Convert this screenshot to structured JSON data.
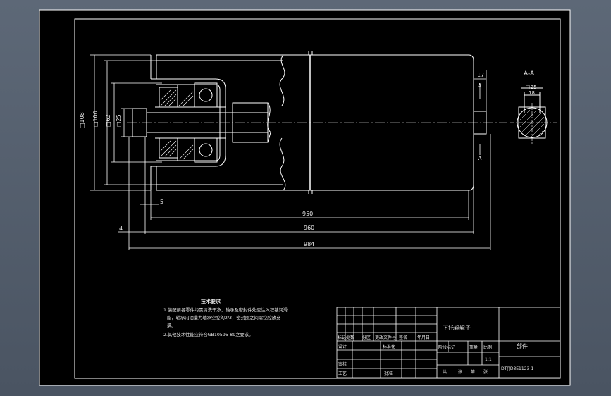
{
  "drawing": {
    "section_label": "A-A",
    "cut_mark": "A",
    "dims": {
      "d108": "□108",
      "d100": "□100",
      "d62": "□62",
      "d25": "□25",
      "d25_top": "□25",
      "w18": "18",
      "w17": "17",
      "g5": "5",
      "g4": "4",
      "l950": "950",
      "l960": "960",
      "l984": "984"
    }
  },
  "notes": {
    "title": "技术要求",
    "line1": "1.装配前各零件均需清洗干净，轴承及密封件处应注入锂基润滑",
    "line2": "脂，轴承内油量为轴承空腔的2/3，密封圈之间需空腔放充",
    "line3": "满。",
    "line4": "2.其他技术性能应符合GB10595-89之要求。"
  },
  "title_block": {
    "part_name": "下托辊辊子",
    "unit": "部件",
    "drawing_no": "DT∏D3E1123-1",
    "scale": "1:1",
    "h_mark": "标记",
    "h_count": "处数",
    "h_zone": "分区",
    "h_change": "更改文件号",
    "h_sign": "签名",
    "h_date": "年月日",
    "h_design": "设计",
    "h_standard": "标准化",
    "h_review": "审核",
    "h_process": "工艺",
    "h_approve": "批准",
    "h_stage": "阶段标记",
    "h_weight": "重量",
    "h_ratio": "比例",
    "h_total": "共",
    "h_sheet": "张",
    "h_no": "第",
    "h_sheet2": "张"
  }
}
